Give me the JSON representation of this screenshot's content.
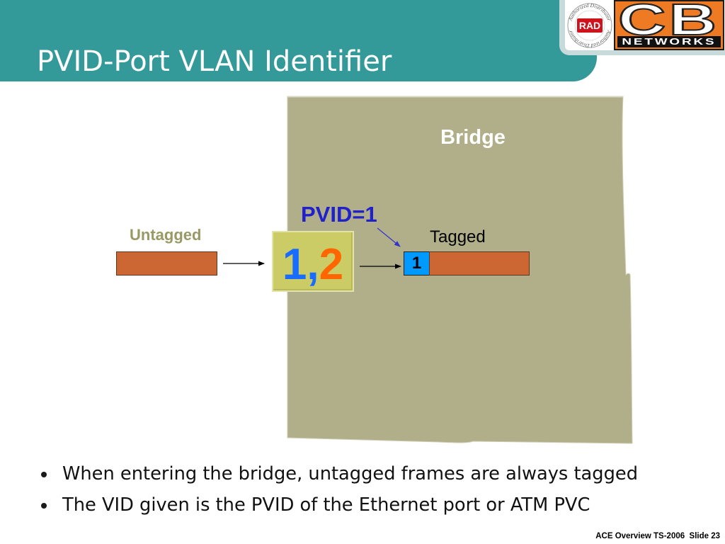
{
  "slide": {
    "title": "PVID-Port VLAN Identifier",
    "footer": "ACE Overview TS-2006  Slide 23"
  },
  "logo": {
    "seal_text": "Authorized Distributor",
    "seal_brand": "RAD",
    "company_letters": "CB",
    "company_name": "NETWORKS"
  },
  "diagram": {
    "bridge_label": "Bridge",
    "pvid_label": "PVID=1",
    "untagged_label": "Untagged",
    "tagged_label": "Tagged",
    "port_vlans": [
      "1,",
      "2"
    ],
    "frame_tag": "1"
  },
  "bullets": [
    "When entering the bridge, untagged frames are always tagged",
    "The VID given is the PVID of the Ethernet port or ATM PVC"
  ],
  "colors": {
    "header_band": "#339999",
    "bridge": "#b0af89",
    "frame": "#cc6633",
    "vlan_tag": "#0099ff",
    "port_box": "#cccc66",
    "pvid_text": "#2121cc",
    "vlan_1": "#1a6bff",
    "vlan_2": "#ff6600",
    "untagged_text": "#999966",
    "logo_orange": "#ef7a24",
    "seal_red": "#d0121c"
  }
}
